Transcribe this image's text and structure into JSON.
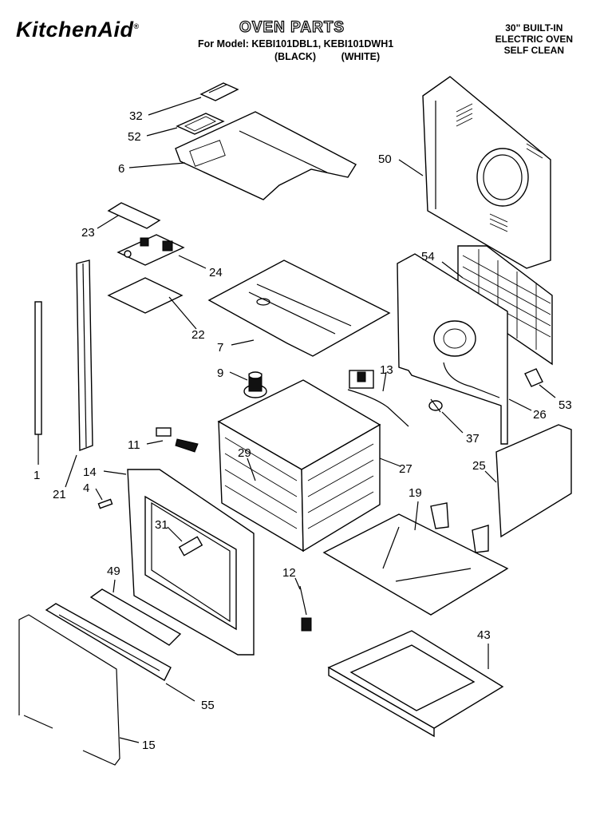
{
  "header": {
    "brand": "KitchenAid",
    "title": "OVEN PARTS",
    "model_line": "For Model: KEBI101DBL1, KEBI101DWH1",
    "color_black": "(BLACK)",
    "color_white": "(WHITE)",
    "spec_line1": "30\" BUILT-IN",
    "spec_line2": "ELECTRIC OVEN",
    "spec_line3": "SELF CLEAN"
  },
  "callouts": {
    "c32": "32",
    "c52": "52",
    "c6": "6",
    "c50": "50",
    "c23": "23",
    "c24": "24",
    "c22": "22",
    "c7": "7",
    "c54": "54",
    "c1": "1",
    "c21": "21",
    "c9": "9",
    "c13": "13",
    "c53": "53",
    "c26": "26",
    "c37": "37",
    "c11": "11",
    "c29": "29",
    "c27": "27",
    "c25": "25",
    "c14": "14",
    "c4": "4",
    "c19": "19",
    "c31": "31",
    "c12": "12",
    "c49": "49",
    "c43": "43",
    "c55": "55",
    "c15": "15"
  }
}
